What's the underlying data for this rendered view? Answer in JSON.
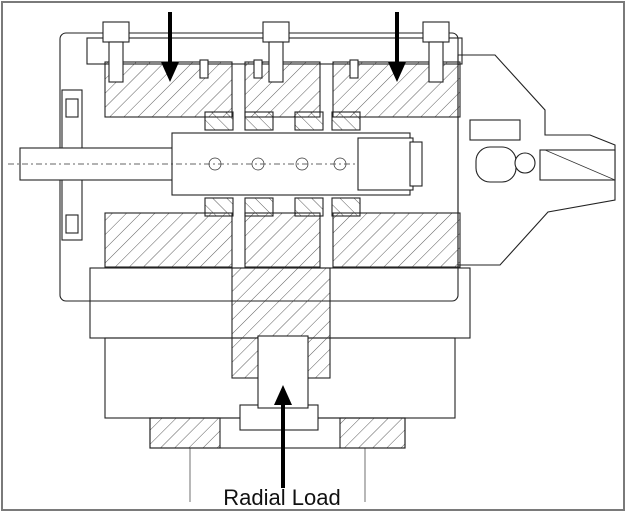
{
  "diagram": {
    "caption": "Radial Load",
    "components": [
      "housing",
      "shaft",
      "tapered-roller-bearings",
      "bolts",
      "load-piston",
      "load-arrows"
    ]
  }
}
